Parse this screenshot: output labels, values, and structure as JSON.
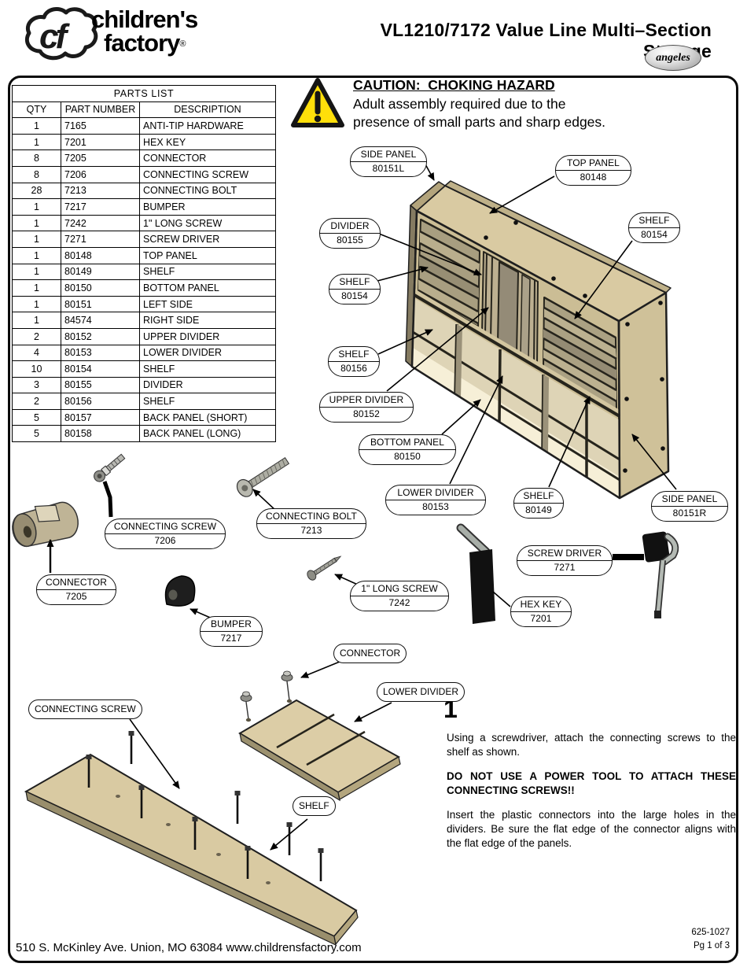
{
  "header": {
    "brand": {
      "initials": "cf",
      "name_line1": "children's",
      "name_line2": "factory",
      "registered": "®"
    },
    "title": "VL1210/7172 Value Line Multi–Section Storage",
    "badge": "angeles"
  },
  "parts_list": {
    "title": "PARTS LIST",
    "columns": [
      "QTY",
      "PART NUMBER",
      "DESCRIPTION"
    ],
    "rows": [
      [
        "1",
        "7165",
        "ANTI-TIP HARDWARE"
      ],
      [
        "1",
        "7201",
        "HEX KEY"
      ],
      [
        "8",
        "7205",
        "CONNECTOR"
      ],
      [
        "8",
        "7206",
        "CONNECTING SCREW"
      ],
      [
        "28",
        "7213",
        "CONNECTING BOLT"
      ],
      [
        "1",
        "7217",
        "BUMPER"
      ],
      [
        "1",
        "7242",
        "1\" LONG SCREW"
      ],
      [
        "1",
        "7271",
        "SCREW DRIVER"
      ],
      [
        "1",
        "80148",
        "TOP PANEL"
      ],
      [
        "1",
        "80149",
        "SHELF"
      ],
      [
        "1",
        "80150",
        "BOTTOM PANEL"
      ],
      [
        "1",
        "80151",
        "LEFT SIDE"
      ],
      [
        "1",
        "84574",
        "RIGHT SIDE"
      ],
      [
        "2",
        "80152",
        "UPPER DIVIDER"
      ],
      [
        "4",
        "80153",
        "LOWER DIVIDER"
      ],
      [
        "10",
        "80154",
        "SHELF"
      ],
      [
        "3",
        "80155",
        "DIVIDER"
      ],
      [
        "2",
        "80156",
        "SHELF"
      ],
      [
        "5",
        "80157",
        "BACK PANEL (SHORT)"
      ],
      [
        "5",
        "80158",
        "BACK PANEL (LONG)"
      ]
    ]
  },
  "caution": {
    "heading": "CAUTION:  CHOKING HAZARD",
    "line1": "Adult assembly required due to the",
    "line2": "presence of small parts and sharp edges."
  },
  "callouts": {
    "side_panel_left": {
      "label": "SIDE PANEL",
      "part": "80151L"
    },
    "top_panel": {
      "label": "TOP PANEL",
      "part": "80148"
    },
    "shelf_80154_right": {
      "label": "SHELF",
      "part": "80154"
    },
    "divider": {
      "label": "DIVIDER",
      "part": "80155"
    },
    "shelf_80154_left": {
      "label": "SHELF",
      "part": "80154"
    },
    "shelf_80156": {
      "label": "SHELF",
      "part": "80156"
    },
    "upper_divider": {
      "label": "UPPER DIVIDER",
      "part": "80152"
    },
    "bottom_panel": {
      "label": "BOTTOM PANEL",
      "part": "80150"
    },
    "lower_divider": {
      "label": "LOWER DIVIDER",
      "part": "80153"
    },
    "shelf_80149": {
      "label": "SHELF",
      "part": "80149"
    },
    "side_panel_right": {
      "label": "SIDE PANEL",
      "part": "80151R"
    },
    "connecting_screw": {
      "label": "CONNECTING SCREW",
      "part": "7206"
    },
    "connecting_bolt": {
      "label": "CONNECTING BOLT",
      "part": "7213"
    },
    "connector": {
      "label": "CONNECTOR",
      "part": "7205"
    },
    "bumper": {
      "label": "BUMPER",
      "part": "7217"
    },
    "long_screw": {
      "label": "1\" LONG SCREW",
      "part": "7242"
    },
    "screw_driver": {
      "label": "SCREW DRIVER",
      "part": "7271"
    },
    "hex_key": {
      "label": "HEX KEY",
      "part": "7201"
    }
  },
  "step1": {
    "number": "1",
    "callout_connector": "CONNECTOR",
    "callout_lower_divider": "LOWER DIVIDER",
    "callout_connecting_screw": "CONNECTING SCREW",
    "callout_shelf": "SHELF",
    "para1": "Using a screwdriver, attach the connecting screws to the shelf as shown.",
    "warning": "DO NOT USE A POWER TOOL TO ATTACH THESE CONNECTING SCREWS!!",
    "para2": "Insert the plastic connectors into the large holes in the dividers.  Be sure the flat edge of the connector aligns with the flat edge of the panels."
  },
  "footer": {
    "address": "510 S. McKinley Ave. Union, MO 63084 www.childrensfactory.com",
    "doc_number": "625-1027",
    "page": "Pg 1 of 3"
  },
  "colors": {
    "caution_yellow": "#ffdf0a",
    "wood_tan": "#d9caa2",
    "wood_dark": "#9c916f",
    "outline": "#1f1f1f"
  }
}
